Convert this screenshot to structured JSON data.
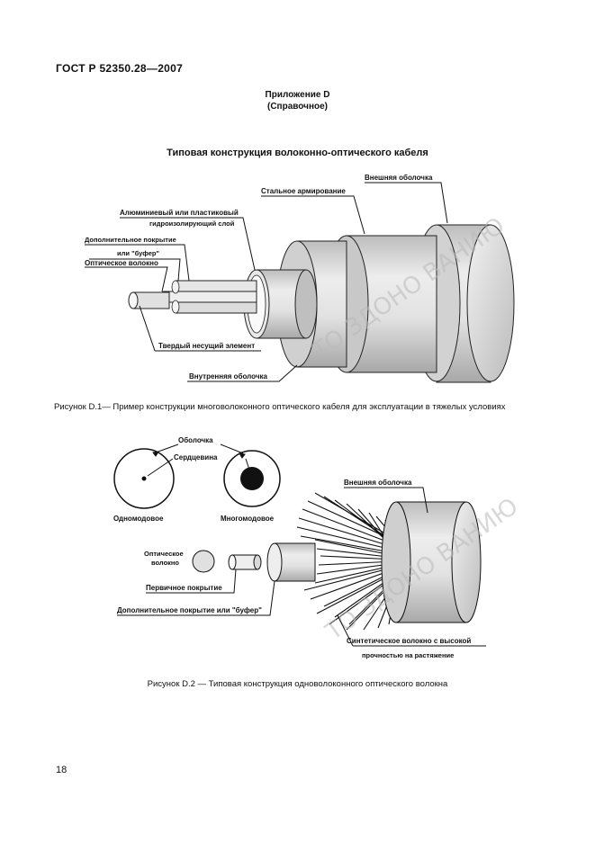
{
  "header": {
    "doc_id": "ГОСТ Р 52350.28—2007"
  },
  "appendix": {
    "title": "Приложение D",
    "subtitle": "(Справочное)"
  },
  "figure1": {
    "title": "Типовая конструкция волоконно-оптического кабеля",
    "labels": {
      "outer_jacket": "Внешняя оболочка",
      "steel_armor": "Стальное армирование",
      "water_block_1": "Алюминиевый или пластиковый",
      "water_block_2": "гидроизолирующий слой",
      "buffer_1": "Дополнительное покрытие",
      "buffer_2": "или \"буфер\"",
      "optical_fiber": "Оптическое волокно",
      "strength_member": "Твердый несущий элемент",
      "inner_jacket": "Внутренняя оболочка"
    },
    "caption": "Рисунок  D.1— Пример конструкции многоволоконного оптического кабеля для эксплуатации в тяжелых условиях"
  },
  "figure2": {
    "labels": {
      "cladding": "Оболочка",
      "core": "Сердцевина",
      "single_mode": "Одномодовое",
      "multi_mode": "Многомодовое",
      "optical_fiber_1": "Оптическое",
      "optical_fiber_2": "волокно",
      "primary_coating": "Первичное покрытие",
      "buffer": "Дополнительное покрытие или \"буфер\"",
      "outer_jacket": "Внешняя оболочка",
      "synthetic_1": "Синтетическое волокно с высокой",
      "synthetic_2": "прочностью на растяжение"
    },
    "caption": "Рисунок D.2 — Типовая конструкция одноволоконного оптического волокна"
  },
  "watermark": {
    "text": "ТО  ЗДОНО  ВАНИЮ"
  },
  "page_number": "18"
}
